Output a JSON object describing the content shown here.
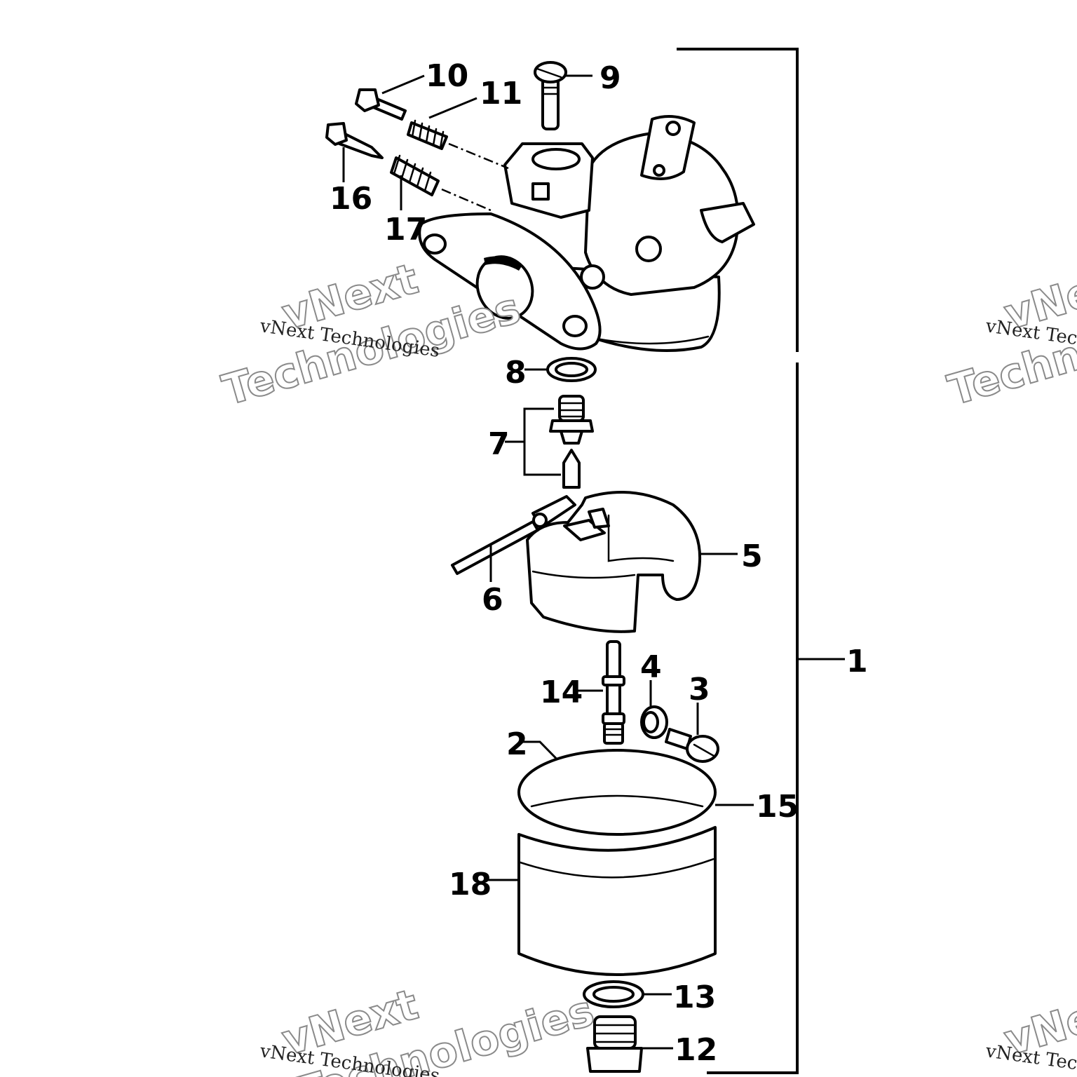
{
  "diagram": {
    "callouts": [
      "1",
      "2",
      "3",
      "4",
      "5",
      "6",
      "7",
      "8",
      "9",
      "10",
      "11",
      "12",
      "13",
      "14",
      "15",
      "16",
      "17",
      "18"
    ],
    "parts": [
      "carburetor-body",
      "screw",
      "spring",
      "washer",
      "float",
      "float-pin",
      "inlet-needle-and-seat",
      "fuel-bowl",
      "bowl-gasket",
      "nozzle",
      "drain-plug"
    ]
  },
  "watermark": {
    "brand": "vNext",
    "line2": "Technologies",
    "caption": "vNext Technologies"
  }
}
